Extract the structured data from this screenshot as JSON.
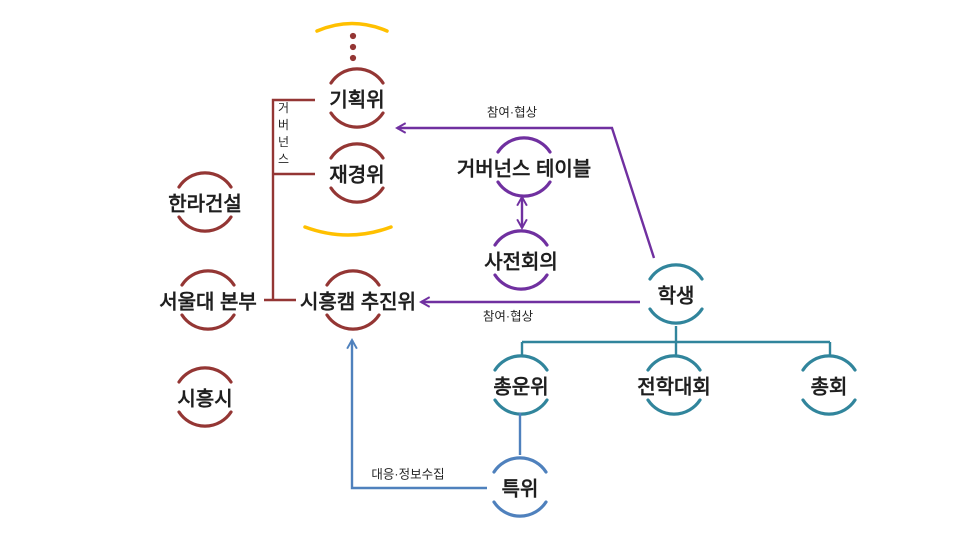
{
  "diagram_type": "organization-relationship-diagram",
  "nodes": {
    "hanla": {
      "label": "한라건설"
    },
    "snu_hq": {
      "label": "서울대 본부"
    },
    "siheung_city": {
      "label": "시흥시"
    },
    "planning_committee": {
      "label": "기획위"
    },
    "finance_committee": {
      "label": "재경위"
    },
    "promotion_committee": {
      "label": "시흥캠 추진위"
    },
    "governance_table": {
      "label": "거버넌스 테이블"
    },
    "pre_meeting": {
      "label": "사전회의"
    },
    "students": {
      "label": "학생"
    },
    "central_operating_committee": {
      "label": "총운위"
    },
    "student_assembly": {
      "label": "전학대회"
    },
    "general_assembly": {
      "label": "총회"
    },
    "special_committee": {
      "label": "특위"
    }
  },
  "edge_labels": {
    "governance_bracket": "거버넌스",
    "participation_negotiation_top": "참여·협상",
    "participation_negotiation_bottom": "참여·협상",
    "response_info_gathering": "대응·정보수집"
  },
  "colors": {
    "dark_red": "#943634",
    "orange": "#FFC000",
    "purple": "#7030A0",
    "teal": "#31859C",
    "blue": "#4F81BD",
    "text": "#1F1F1F"
  }
}
